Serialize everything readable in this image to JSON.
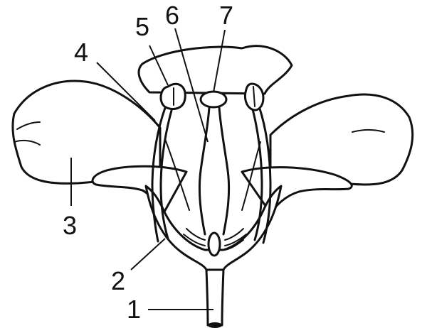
{
  "diagram": {
    "labels": [
      {
        "id": "1",
        "text": "1"
      },
      {
        "id": "2",
        "text": "2"
      },
      {
        "id": "3",
        "text": "3"
      },
      {
        "id": "4",
        "text": "4"
      },
      {
        "id": "5",
        "text": "5"
      },
      {
        "id": "6",
        "text": "6"
      },
      {
        "id": "7",
        "text": "7"
      }
    ]
  }
}
